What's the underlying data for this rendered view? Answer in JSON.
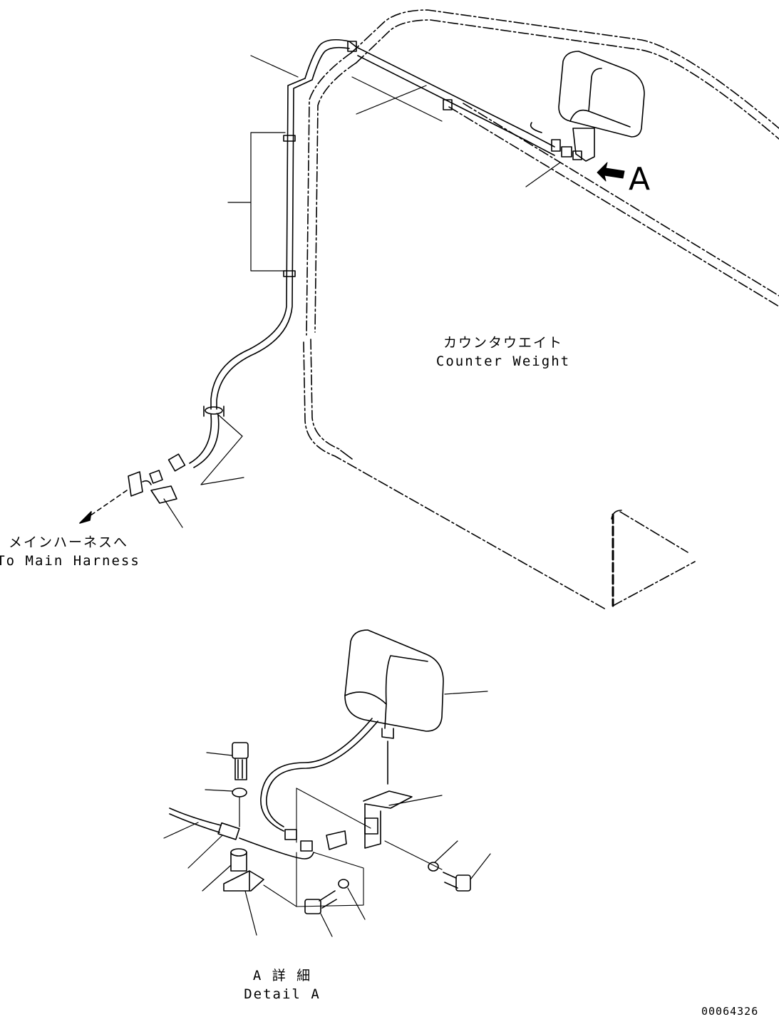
{
  "view_marker": "A",
  "labels": {
    "counter_weight_jp": "カウンタウエイト",
    "counter_weight_en": "Counter Weight",
    "to_main_harness_jp": "メインハーネスへ",
    "to_main_harness_en": "To Main Harness",
    "detail_a_jp": "A 詳 細",
    "detail_a_en": "Detail A"
  },
  "drawing_number": "00064326"
}
